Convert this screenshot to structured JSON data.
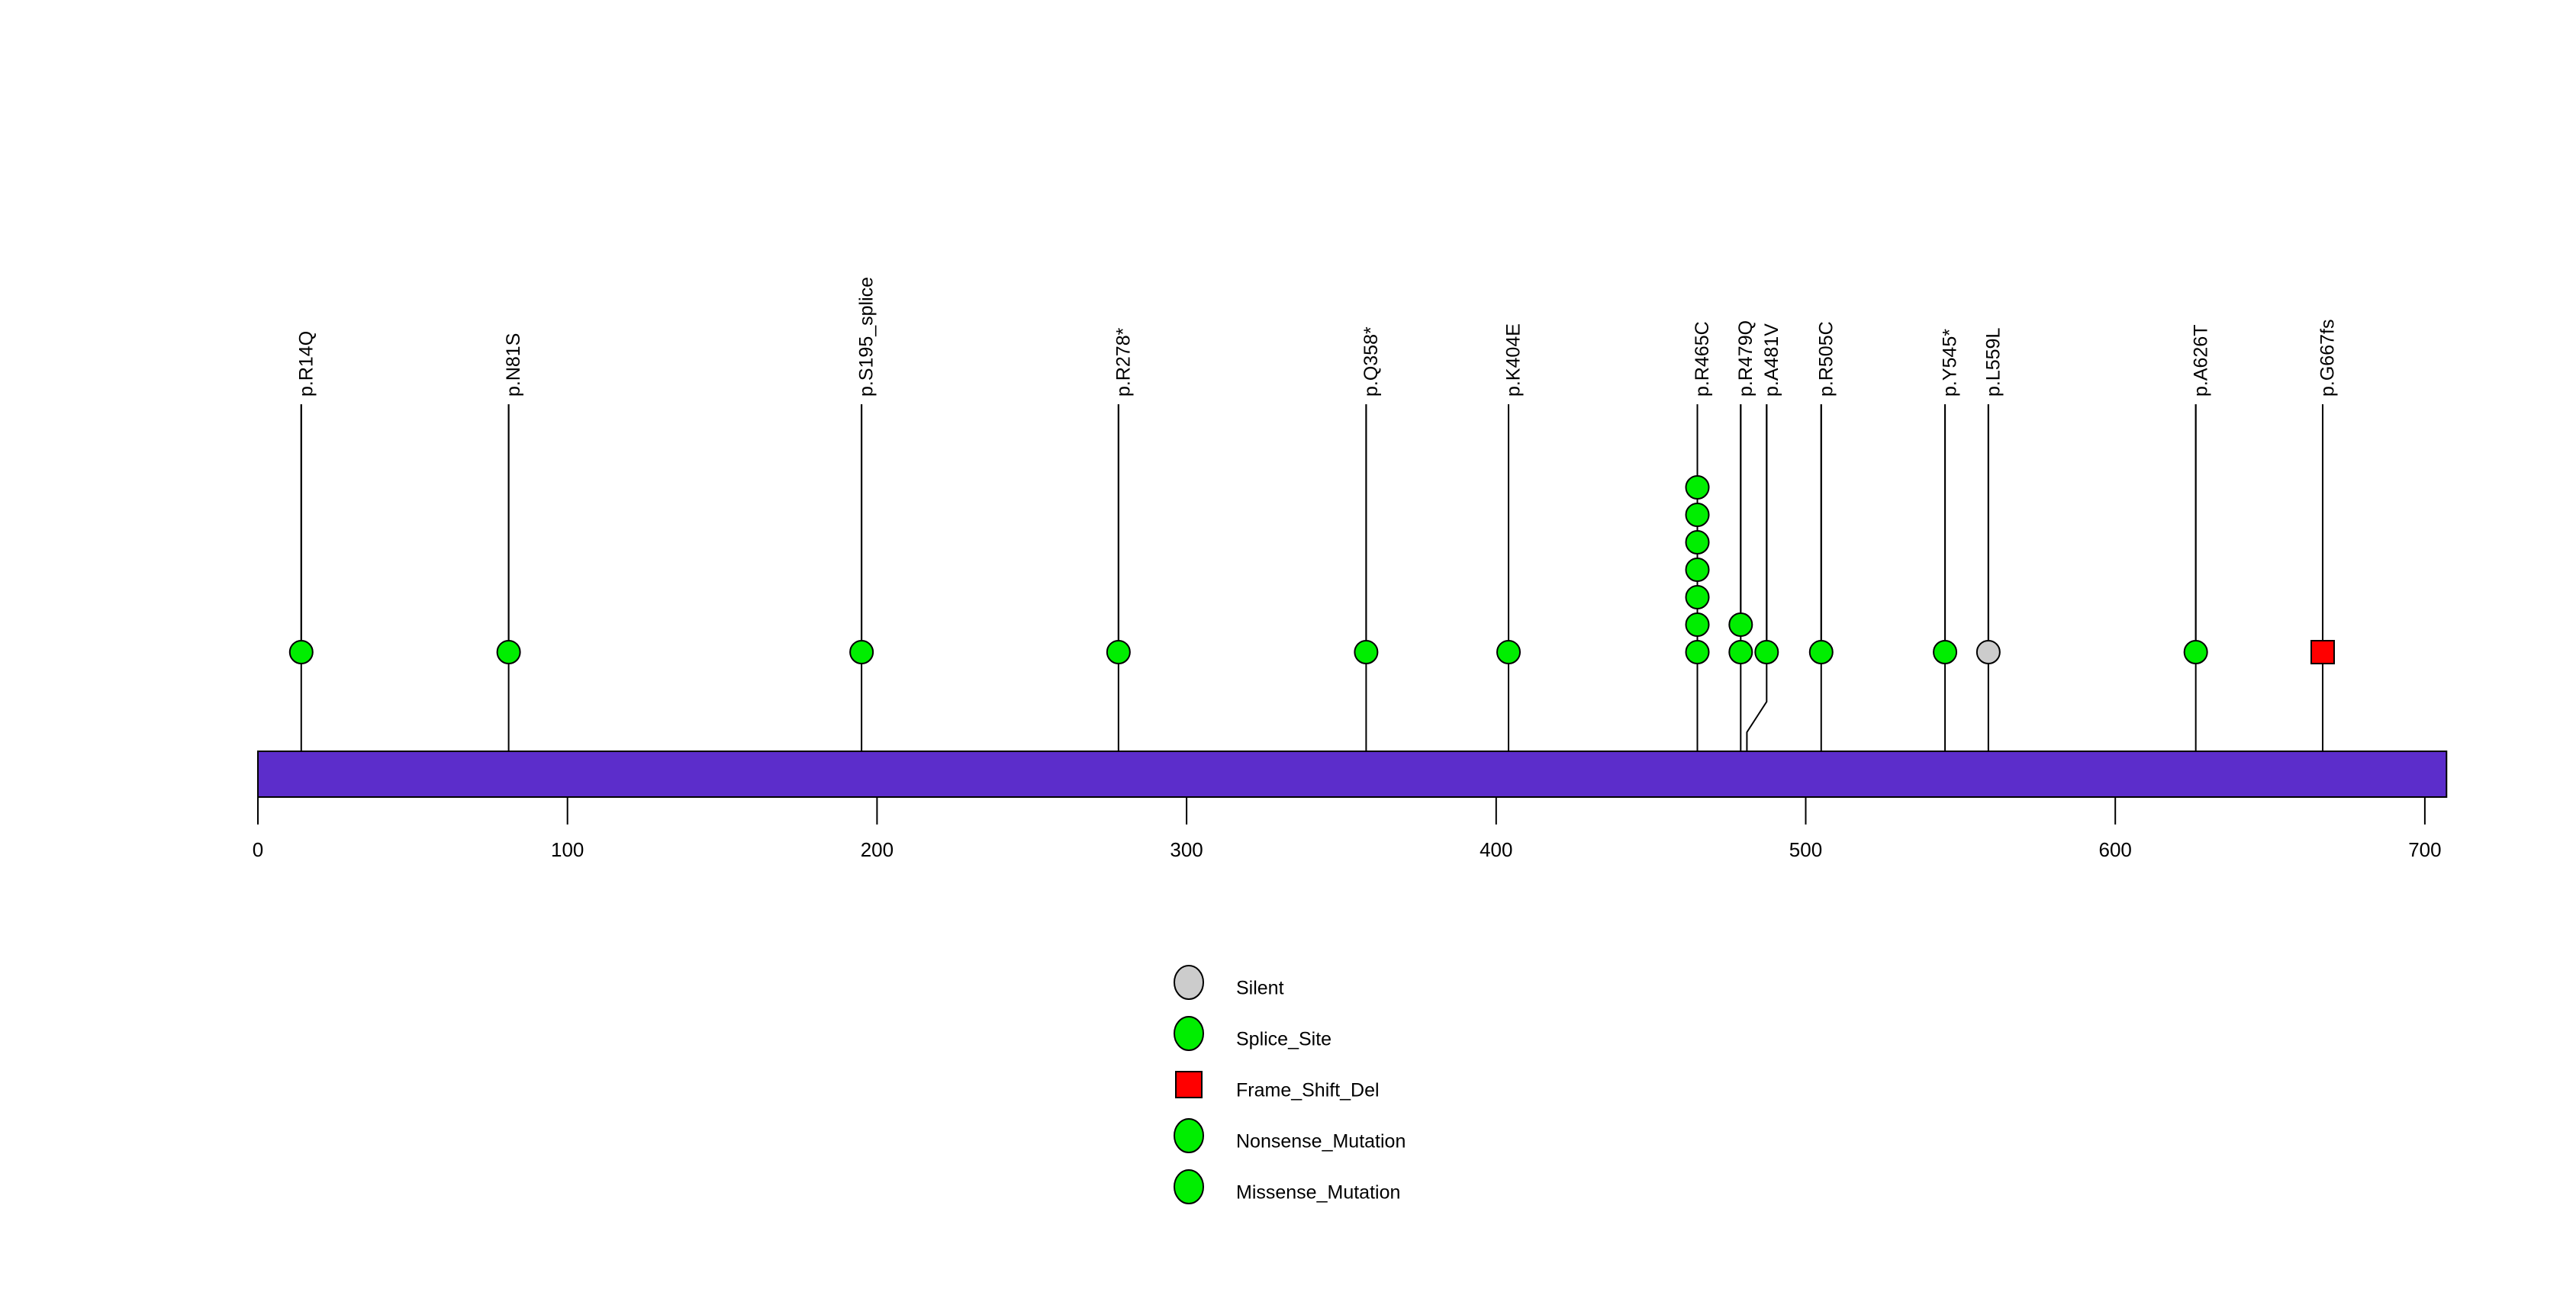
{
  "chart_data": {
    "type": "scatter",
    "plot_kind": "lollipop-mutation-diagram",
    "title": "",
    "subtitle": "",
    "xlabel": "",
    "ylabel": "",
    "xlim": [
      0,
      700
    ],
    "ylim": [
      0,
      7
    ],
    "grid": false,
    "x_ticks": [
      0,
      100,
      200,
      300,
      400,
      500,
      600,
      700
    ],
    "x_tick_labels": [
      "0",
      "100",
      "200",
      "300",
      "400",
      "500",
      "600",
      "700"
    ],
    "protein_domain": {
      "name": "protein-backbone",
      "start": 0,
      "end": 707,
      "color": "#5C2DCB",
      "border_color": "#000000"
    },
    "mutations": [
      {
        "label": "p.R14Q",
        "position": 14,
        "count": 1,
        "type": "Missense_Mutation",
        "color": "#00EE00",
        "shape": "circle"
      },
      {
        "label": "p.N81S",
        "position": 81,
        "count": 1,
        "type": "Missense_Mutation",
        "color": "#00EE00",
        "shape": "circle"
      },
      {
        "label": "p.S195_splice",
        "position": 195,
        "count": 1,
        "type": "Splice_Site",
        "color": "#00EE00",
        "shape": "circle"
      },
      {
        "label": "p.R278*",
        "position": 278,
        "count": 1,
        "type": "Nonsense_Mutation",
        "color": "#00EE00",
        "shape": "circle"
      },
      {
        "label": "p.Q358*",
        "position": 358,
        "count": 1,
        "type": "Nonsense_Mutation",
        "color": "#00EE00",
        "shape": "circle"
      },
      {
        "label": "p.K404E",
        "position": 404,
        "count": 1,
        "type": "Missense_Mutation",
        "color": "#00EE00",
        "shape": "circle"
      },
      {
        "label": "p.R465C",
        "position": 465,
        "count": 7,
        "type": "Missense_Mutation",
        "color": "#00EE00",
        "shape": "circle"
      },
      {
        "label": "p.R479Q",
        "position": 479,
        "count": 2,
        "type": "Missense_Mutation",
        "color": "#00EE00",
        "shape": "circle"
      },
      {
        "label": "p.A481V",
        "position": 481,
        "count": 1,
        "type": "Missense_Mutation",
        "color": "#00EE00",
        "shape": "circle"
      },
      {
        "label": "p.R505C",
        "position": 505,
        "count": 1,
        "type": "Missense_Mutation",
        "color": "#00EE00",
        "shape": "circle"
      },
      {
        "label": "p.Y545*",
        "position": 545,
        "count": 1,
        "type": "Nonsense_Mutation",
        "color": "#00EE00",
        "shape": "circle"
      },
      {
        "label": "p.L559L",
        "position": 559,
        "count": 1,
        "type": "Silent",
        "color": "#CCCCCC",
        "shape": "circle"
      },
      {
        "label": "p.A626T",
        "position": 626,
        "count": 1,
        "type": "Missense_Mutation",
        "color": "#00EE00",
        "shape": "circle"
      },
      {
        "label": "p.G667fs",
        "position": 667,
        "count": 1,
        "type": "Frame_Shift_Del",
        "color": "#FF0000",
        "shape": "square"
      }
    ],
    "legend": {
      "position": "bottom-center",
      "entries": [
        {
          "label": "Silent",
          "color": "#CCCCCC",
          "shape": "circle"
        },
        {
          "label": "Splice_Site",
          "color": "#00EE00",
          "shape": "circle"
        },
        {
          "label": "Frame_Shift_Del",
          "color": "#FF0000",
          "shape": "square"
        },
        {
          "label": "Nonsense_Mutation",
          "color": "#00EE00",
          "shape": "circle"
        },
        {
          "label": "Missense_Mutation",
          "color": "#00EE00",
          "shape": "circle"
        }
      ]
    }
  }
}
